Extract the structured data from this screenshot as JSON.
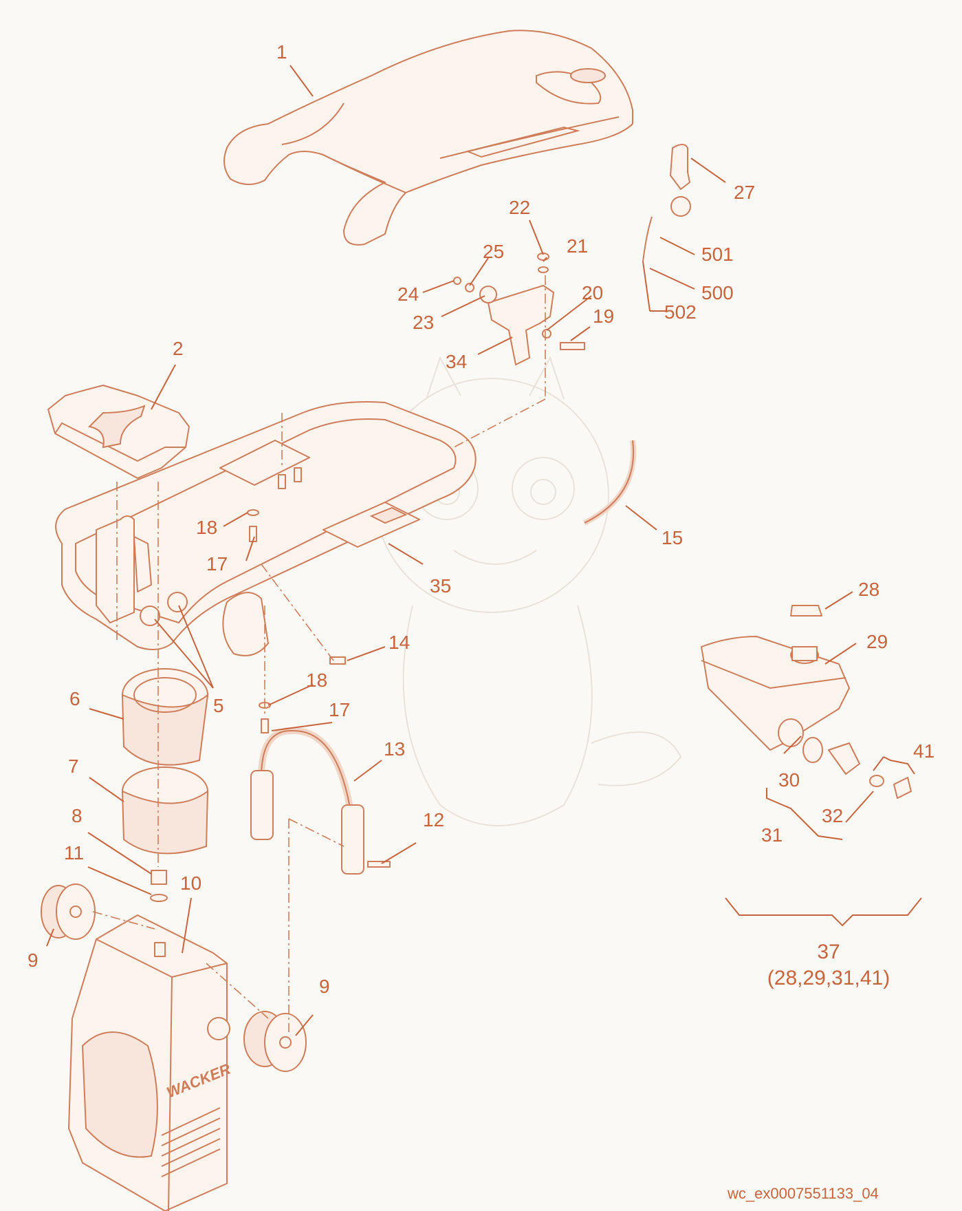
{
  "footer": {
    "code": "wc_ex0007551133_04"
  },
  "brand": {
    "casting_text": "WACKER"
  },
  "colors": {
    "accent": "#c8643c",
    "line": "#cf7c58",
    "background": "#fbf9f5"
  },
  "callouts": [
    {
      "id": "c1",
      "text": "1"
    },
    {
      "id": "c2",
      "text": "2"
    },
    {
      "id": "c5",
      "text": "5"
    },
    {
      "id": "c6",
      "text": "6"
    },
    {
      "id": "c7",
      "text": "7"
    },
    {
      "id": "c8",
      "text": "8"
    },
    {
      "id": "c9a",
      "text": "9"
    },
    {
      "id": "c9b",
      "text": "9"
    },
    {
      "id": "c10",
      "text": "10"
    },
    {
      "id": "c11",
      "text": "11"
    },
    {
      "id": "c12",
      "text": "12"
    },
    {
      "id": "c13",
      "text": "13"
    },
    {
      "id": "c14",
      "text": "14"
    },
    {
      "id": "c15",
      "text": "15"
    },
    {
      "id": "c17a",
      "text": "17"
    },
    {
      "id": "c17b",
      "text": "17"
    },
    {
      "id": "c18a",
      "text": "18"
    },
    {
      "id": "c18b",
      "text": "18"
    },
    {
      "id": "c19",
      "text": "19"
    },
    {
      "id": "c20",
      "text": "20"
    },
    {
      "id": "c21",
      "text": "21"
    },
    {
      "id": "c22",
      "text": "22"
    },
    {
      "id": "c23",
      "text": "23"
    },
    {
      "id": "c24",
      "text": "24"
    },
    {
      "id": "c25",
      "text": "25"
    },
    {
      "id": "c27",
      "text": "27"
    },
    {
      "id": "c28",
      "text": "28"
    },
    {
      "id": "c29",
      "text": "29"
    },
    {
      "id": "c30",
      "text": "30"
    },
    {
      "id": "c31",
      "text": "31"
    },
    {
      "id": "c32",
      "text": "32"
    },
    {
      "id": "c34",
      "text": "34"
    },
    {
      "id": "c35",
      "text": "35"
    },
    {
      "id": "c41",
      "text": "41"
    },
    {
      "id": "c500",
      "text": "500"
    },
    {
      "id": "c501",
      "text": "501"
    },
    {
      "id": "c502",
      "text": "502"
    }
  ],
  "assembly": {
    "number": "37",
    "includes": "(28,29,31,41)"
  }
}
